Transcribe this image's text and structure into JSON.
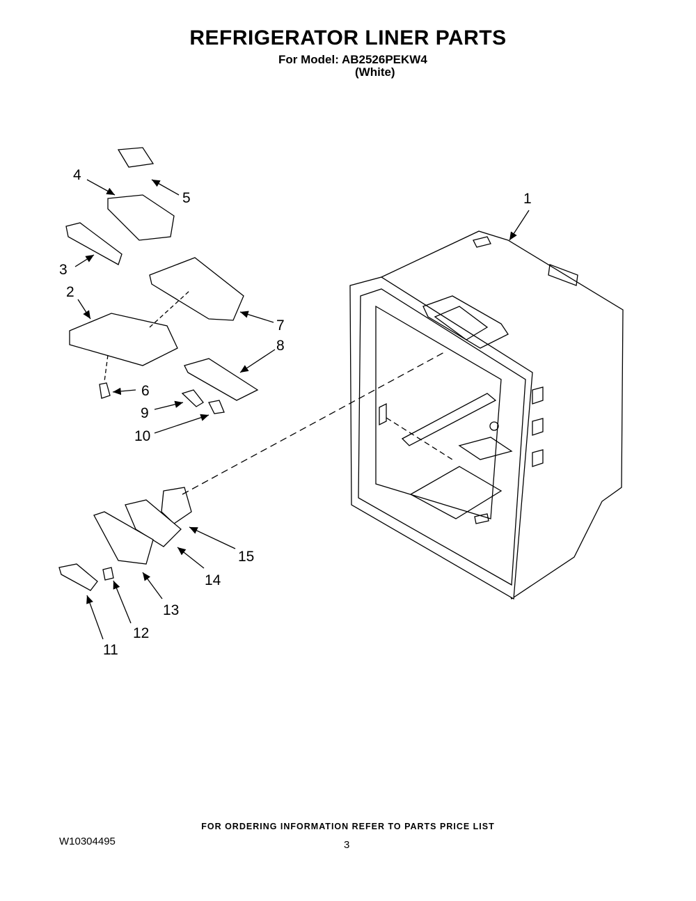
{
  "header": {
    "title": "REFRIGERATOR LINER PARTS",
    "model_line": "For Model: AB2526PEKW4",
    "color_line": "(White)"
  },
  "callouts": [
    "1",
    "2",
    "3",
    "4",
    "5",
    "6",
    "7",
    "8",
    "9",
    "10",
    "11",
    "12",
    "13",
    "14",
    "15"
  ],
  "footer": {
    "ordering_note": "FOR ORDERING INFORMATION REFER TO PARTS PRICE LIST",
    "doc_number": "W10304495",
    "page_number": "3"
  }
}
